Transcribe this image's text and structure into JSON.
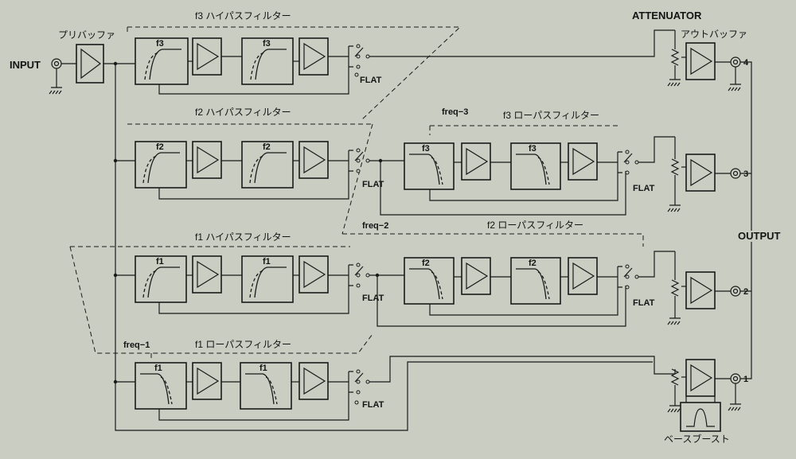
{
  "labels": {
    "input": "INPUT",
    "preamp": "プリバッファ",
    "attenuator": "ATTENUATOR",
    "out_buffer": "アウトバッファ",
    "output": "OUTPUT",
    "bass_boost": "ベースブースト",
    "flat": "FLAT",
    "hpf_f3": "f3 ハイパスフィルター",
    "hpf_f2": "f2 ハイパスフィルター",
    "hpf_f1": "f1 ハイパスフィルター",
    "lpf_f3": "f3 ローパスフィルター",
    "lpf_f2": "f2 ローパスフィルター",
    "lpf_f1": "f1 ローパスフィルター",
    "freq3": "freq−3",
    "freq2": "freq−2",
    "freq1": "freq−1",
    "f1": "f1",
    "f2": "f2",
    "f3": "f3",
    "out4": "4",
    "out3": "3",
    "out2": "2",
    "out1": "1"
  }
}
